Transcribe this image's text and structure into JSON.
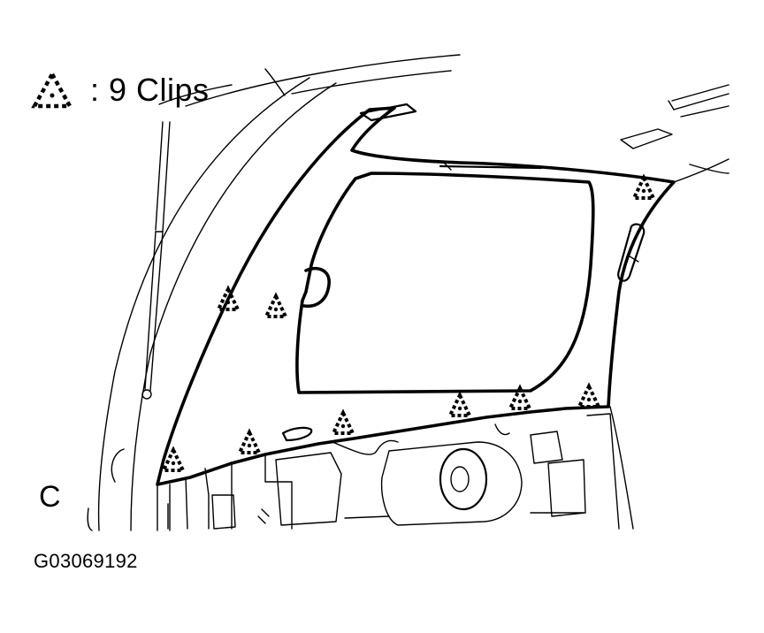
{
  "legend": {
    "symbol": "dashed-triangle-icon",
    "text": ": 9 Clips"
  },
  "view_label": "C",
  "figure_id": "G03069192",
  "clips": {
    "count": 9
  },
  "colors": {
    "line": "#000000",
    "background": "#ffffff"
  }
}
